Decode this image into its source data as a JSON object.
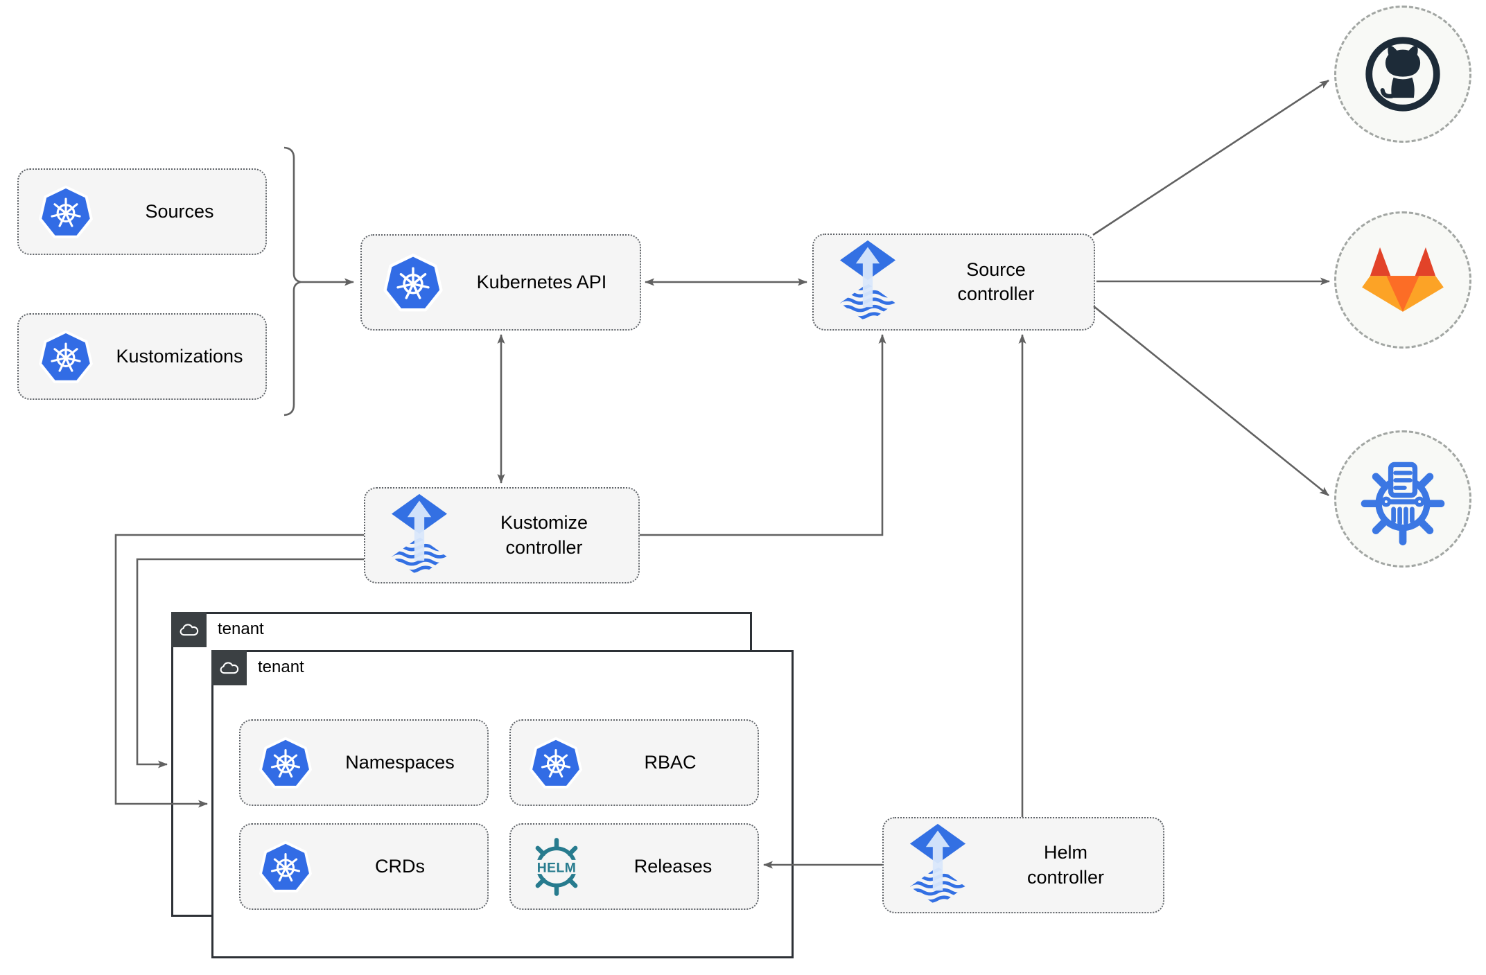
{
  "nodes": {
    "sources": "Sources",
    "kustomizations": "Kustomizations",
    "kubernetes_api": "Kubernetes API",
    "source_controller": "Source controller",
    "kustomize_controller": "Kustomize controller",
    "helm_controller": "Helm controller",
    "namespaces": "Namespaces",
    "rbac": "RBAC",
    "crds": "CRDs",
    "releases": "Releases"
  },
  "tenants": [
    {
      "label": "tenant"
    },
    {
      "label": "tenant"
    }
  ],
  "helm_logo_text": "HELM",
  "external_targets": [
    {
      "name": "github"
    },
    {
      "name": "gitlab"
    },
    {
      "name": "helm-repository"
    }
  ],
  "icons": {
    "kubernetes": "kubernetes-wheel-icon",
    "flux": "flux-gitops-icon",
    "helm": "helm-wheel-icon",
    "cloud": "cloud-icon",
    "github": "github-octocat-icon",
    "gitlab": "gitlab-tanuki-icon",
    "helm_repository": "helm-repository-icon"
  },
  "colors": {
    "kubernetes_blue": "#326ce5",
    "flux_blue": "#3370e3",
    "helm_teal": "#277b8e",
    "chart_repo_blue": "#3b77e3",
    "github_dark": "#1d2b38",
    "gitlab_red": "#e24329",
    "gitlab_orange": "#fc6d26",
    "gitlab_amber": "#fca326",
    "connector_gray": "#616161",
    "node_fill": "#f5f5f5"
  }
}
